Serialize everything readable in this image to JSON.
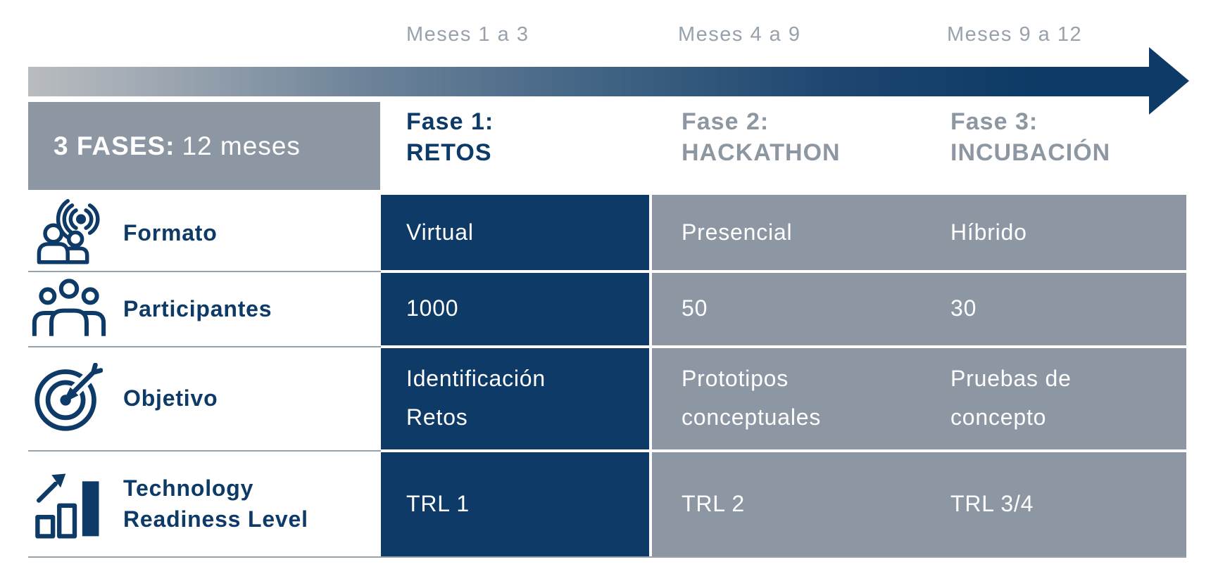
{
  "colors": {
    "navy": "#0d3a66",
    "slate_gray": "#8c97a3",
    "header_gray_text": "#8d97a2",
    "meses_text": "#98a2ac",
    "separator": "#98a2aa",
    "value_text": "#ffffff"
  },
  "timeline": {
    "labels": [
      {
        "text": "Meses 1 a 3"
      },
      {
        "text": "Meses 4 a 9"
      },
      {
        "text": "Meses 9 a 12"
      }
    ],
    "arrow_icon": "right-arrow-gradient"
  },
  "legend": {
    "bold": "3 FASES:",
    "regular": "12 meses"
  },
  "phases": [
    {
      "title": "Fase 1:\nRETOS"
    },
    {
      "title": "Fase 2:\nHACKATHON"
    },
    {
      "title": "Fase 3:\nINCUBACIÓN"
    }
  ],
  "rows": [
    {
      "label": "Formato",
      "icon": "people-broadcast-icon",
      "values": [
        "Virtual",
        "Presencial",
        "Híbrido"
      ]
    },
    {
      "label": "Participantes",
      "icon": "group-people-icon",
      "values": [
        "1000",
        "50",
        "30"
      ]
    },
    {
      "label": "Objetivo",
      "icon": "target-dart-icon",
      "values": [
        "Identificación\nRetos",
        "Prototipos\nconceptuales",
        "Pruebas de\nconcepto"
      ]
    },
    {
      "label": "Technology\nReadiness Level",
      "icon": "trl-bar-chart-icon",
      "values": [
        "TRL 1",
        "TRL 2",
        "TRL 3/4"
      ]
    }
  ]
}
